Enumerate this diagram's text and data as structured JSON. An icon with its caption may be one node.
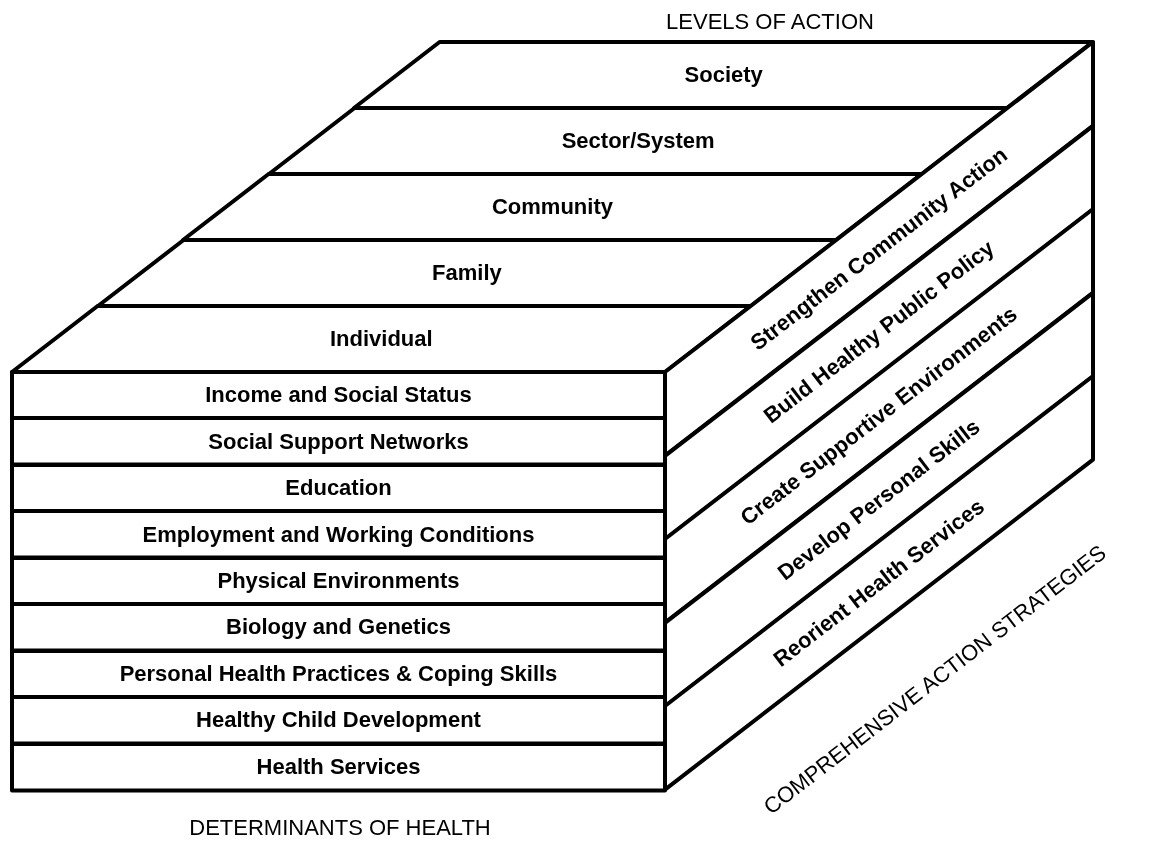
{
  "diagram": {
    "nodes": [
      {
        "text": [
          "Society"
        ]
      },
      {
        "text": [
          "Sector/System"
        ]
      },
      {
        "text": [
          "Community"
        ]
      },
      {
        "text": [
          "Family"
        ]
      },
      {
        "text": [
          "Individual"
        ]
      },
      {
        "text": [
          "Income and Social Status"
        ]
      },
      {
        "text": [
          "Social Support Networks"
        ]
      },
      {
        "text": [
          "Education"
        ]
      },
      {
        "text": [
          "Employment and Working Conditions"
        ]
      },
      {
        "text": [
          "Physical Environments"
        ]
      },
      {
        "text": [
          "Biology and Genetics"
        ]
      },
      {
        "text": [
          "Personal Health Practices & Coping Skills"
        ]
      },
      {
        "text": [
          "Healthy Child Development"
        ]
      },
      {
        "text": [
          "Health Services"
        ]
      },
      {
        "text": [
          "Strengthen Community Action"
        ]
      },
      {
        "text": [
          "Build Healthy Public Policy"
        ]
      },
      {
        "text": [
          "Create Supportive Environments"
        ]
      },
      {
        "text": [
          "Develop Personal Skills"
        ]
      },
      {
        "text": [
          "Reorient Health Services"
        ]
      }
    ],
    "labels": [
      "LEVELS OF ACTION",
      "DETERMINANTS OF HEALTH",
      "COMPREHENSIVE ACTION STRATEGIES"
    ]
  }
}
